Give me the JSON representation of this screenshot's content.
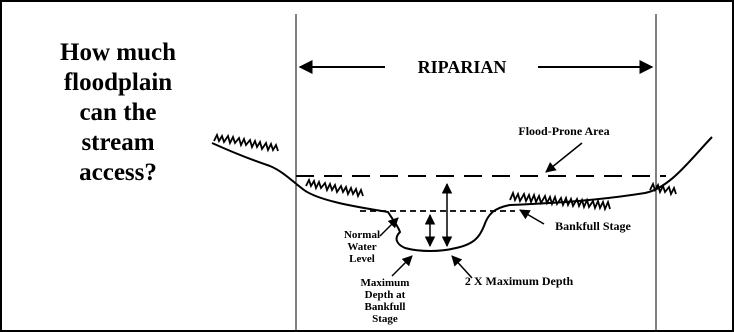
{
  "question": {
    "lines": [
      "How much",
      "floodplain",
      "can the",
      "stream",
      "access?"
    ]
  },
  "diagram": {
    "riparian_label": "RIPARIAN",
    "flood_prone_label": "Flood-Prone Area",
    "bankfull_label": "Bankfull Stage",
    "normal_water_lines": [
      "Normal",
      "Water",
      "Level"
    ],
    "max_depth_lines": [
      "Maximum",
      "Depth at",
      "Bankfull",
      "Stage"
    ],
    "twice_depth_label": "2 X Maximum Depth"
  },
  "colors": {
    "ink": "#000000",
    "background": "#ffffff"
  }
}
